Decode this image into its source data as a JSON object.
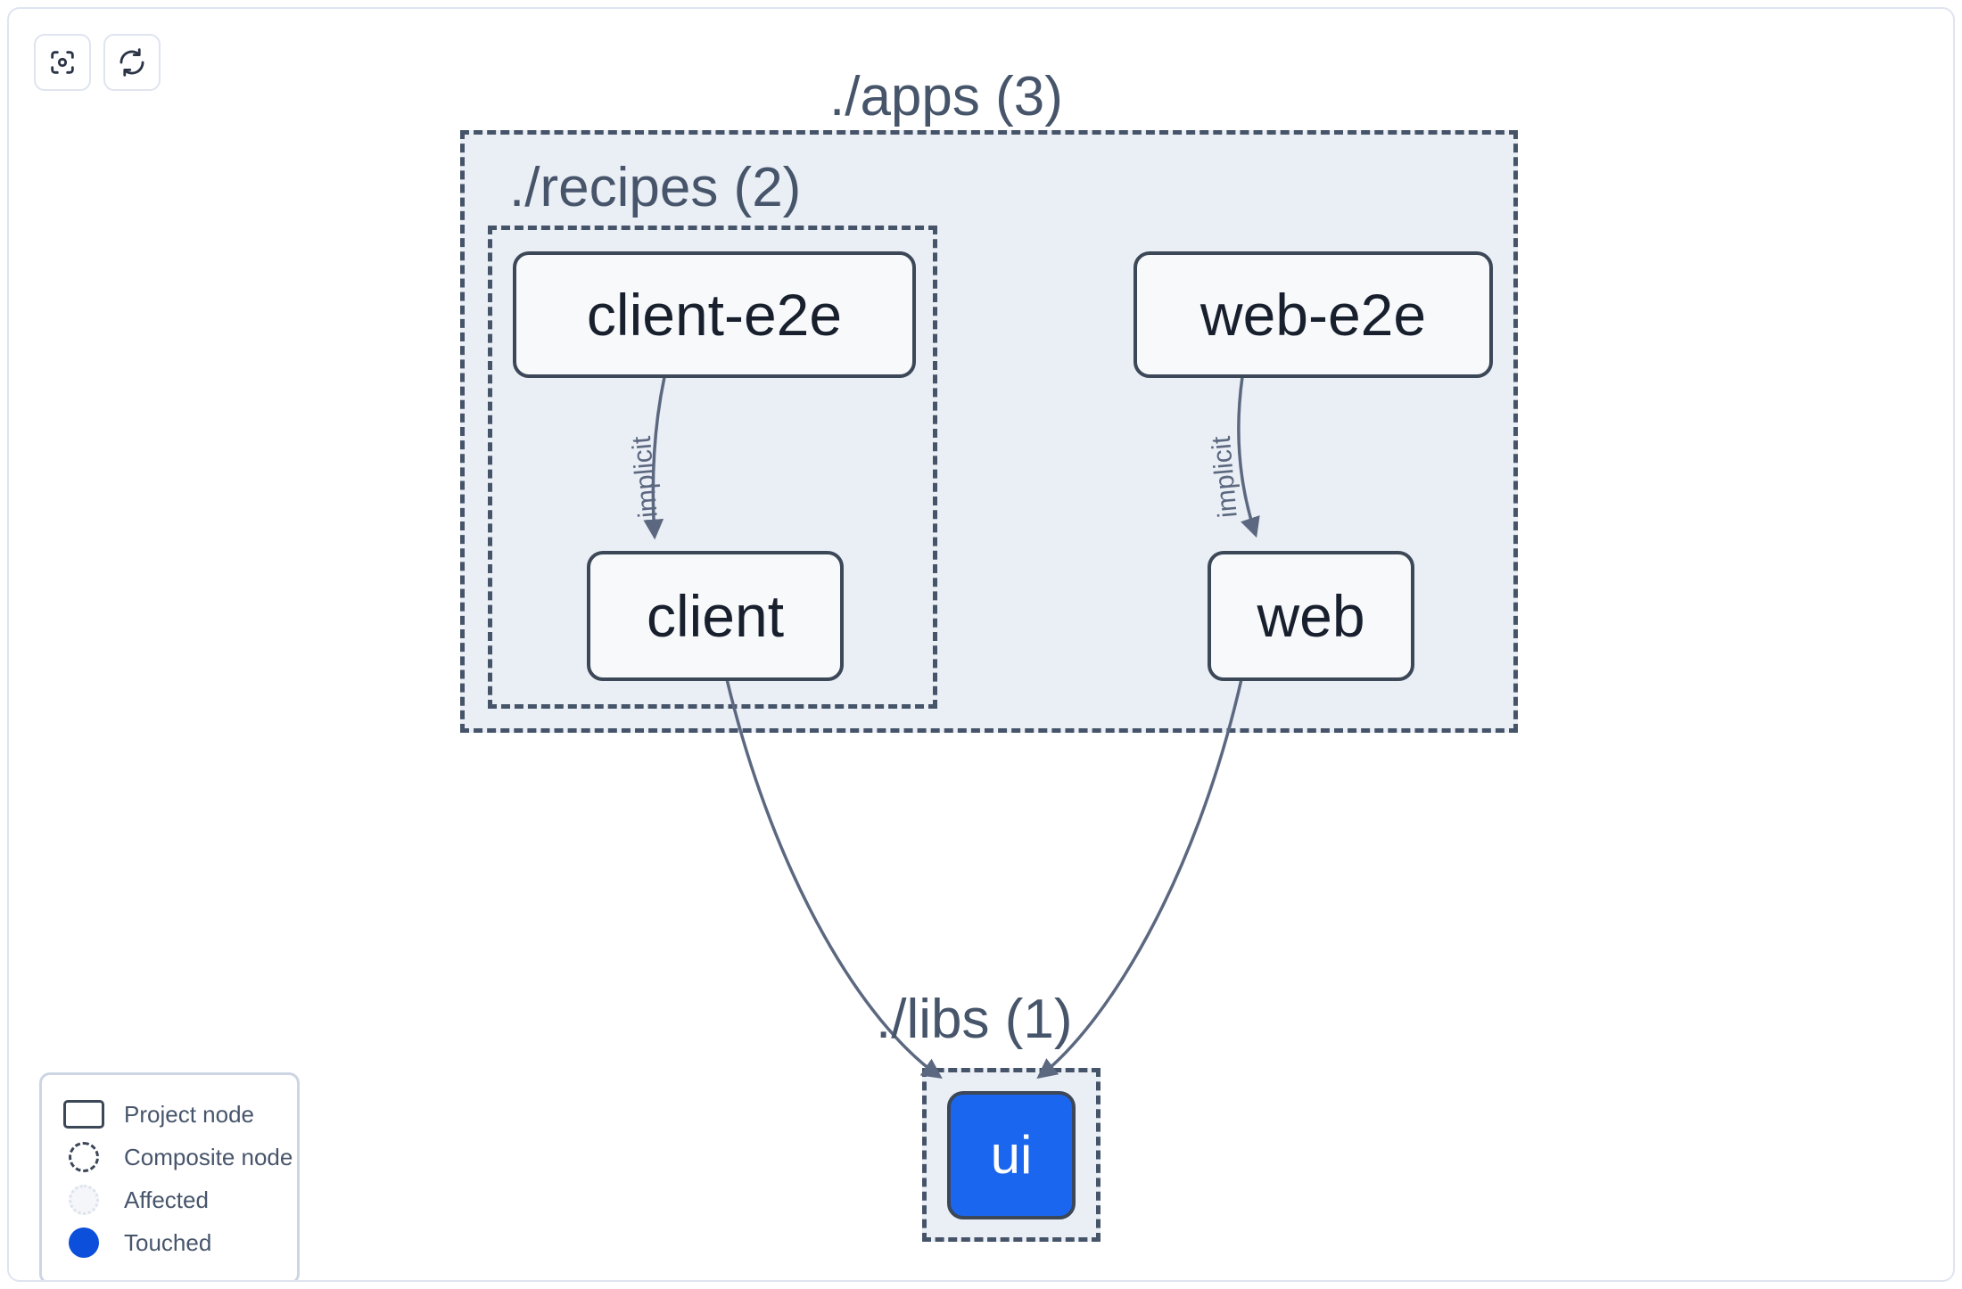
{
  "toolbar": {
    "buttons": [
      {
        "name": "focus-graph-button",
        "icon": "focus-scan-icon",
        "label": ""
      },
      {
        "name": "refresh-graph-button",
        "icon": "refresh-icon",
        "label": ""
      }
    ]
  },
  "graph": {
    "groups": [
      {
        "id": "apps",
        "label": "./apps (3)",
        "count": 3
      },
      {
        "id": "recipes",
        "label": "./recipes (2)",
        "count": 2
      },
      {
        "id": "libs",
        "label": "./libs (1)",
        "count": 1
      }
    ],
    "nodes": [
      {
        "id": "client-e2e",
        "label": "client-e2e",
        "group": "recipes",
        "state": "project"
      },
      {
        "id": "client",
        "label": "client",
        "group": "recipes",
        "state": "project"
      },
      {
        "id": "web-e2e",
        "label": "web-e2e",
        "group": "apps",
        "state": "project"
      },
      {
        "id": "web",
        "label": "web",
        "group": "apps",
        "state": "project"
      },
      {
        "id": "ui",
        "label": "ui",
        "group": "libs",
        "state": "touched"
      }
    ],
    "edges": [
      {
        "from": "client-e2e",
        "to": "client",
        "label": "implicit"
      },
      {
        "from": "web-e2e",
        "to": "web",
        "label": "implicit"
      },
      {
        "from": "client",
        "to": "ui",
        "label": ""
      },
      {
        "from": "web",
        "to": "ui",
        "label": ""
      }
    ]
  },
  "legend": {
    "items": [
      {
        "shape": "project-node-swatch",
        "label": "Project node"
      },
      {
        "shape": "composite-node-swatch",
        "label": "Composite node"
      },
      {
        "shape": "affected-swatch",
        "label": "Affected"
      },
      {
        "shape": "touched-swatch",
        "label": "Touched"
      }
    ]
  },
  "colors": {
    "touched": "#0b4fdb",
    "touched_node": "#1b66ee",
    "node_border": "#3c4758",
    "node_fill": "#f8f9fb",
    "group_fill": "#eaeef5",
    "group_border": "#465469",
    "text": "#47556b",
    "canvas_border": "#dfe4f0"
  }
}
